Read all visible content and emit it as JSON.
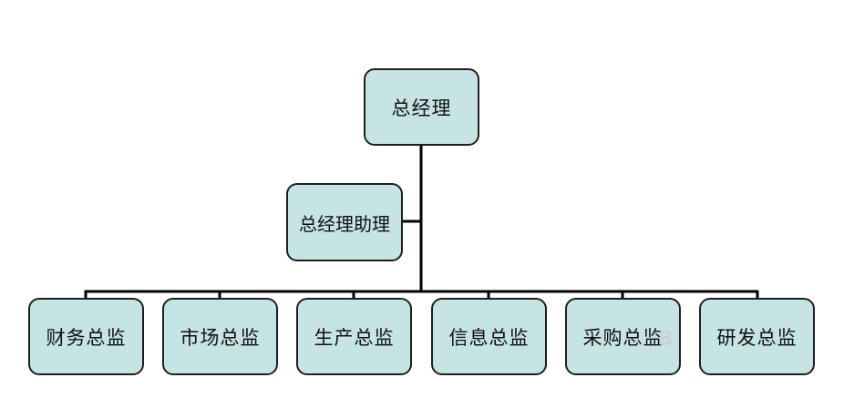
{
  "diagram": {
    "root": {
      "label": "总经理"
    },
    "assistant": {
      "label": "总经理助理"
    },
    "departments": [
      {
        "label": "财务总监"
      },
      {
        "label": "市场总监"
      },
      {
        "label": "生产总监"
      },
      {
        "label": "信息总监"
      },
      {
        "label": "采购总监"
      },
      {
        "label": "研发总监"
      }
    ]
  },
  "colors": {
    "box_fill": "#c6e4e4",
    "border": "#1f1f1f",
    "connector": "#000000"
  }
}
